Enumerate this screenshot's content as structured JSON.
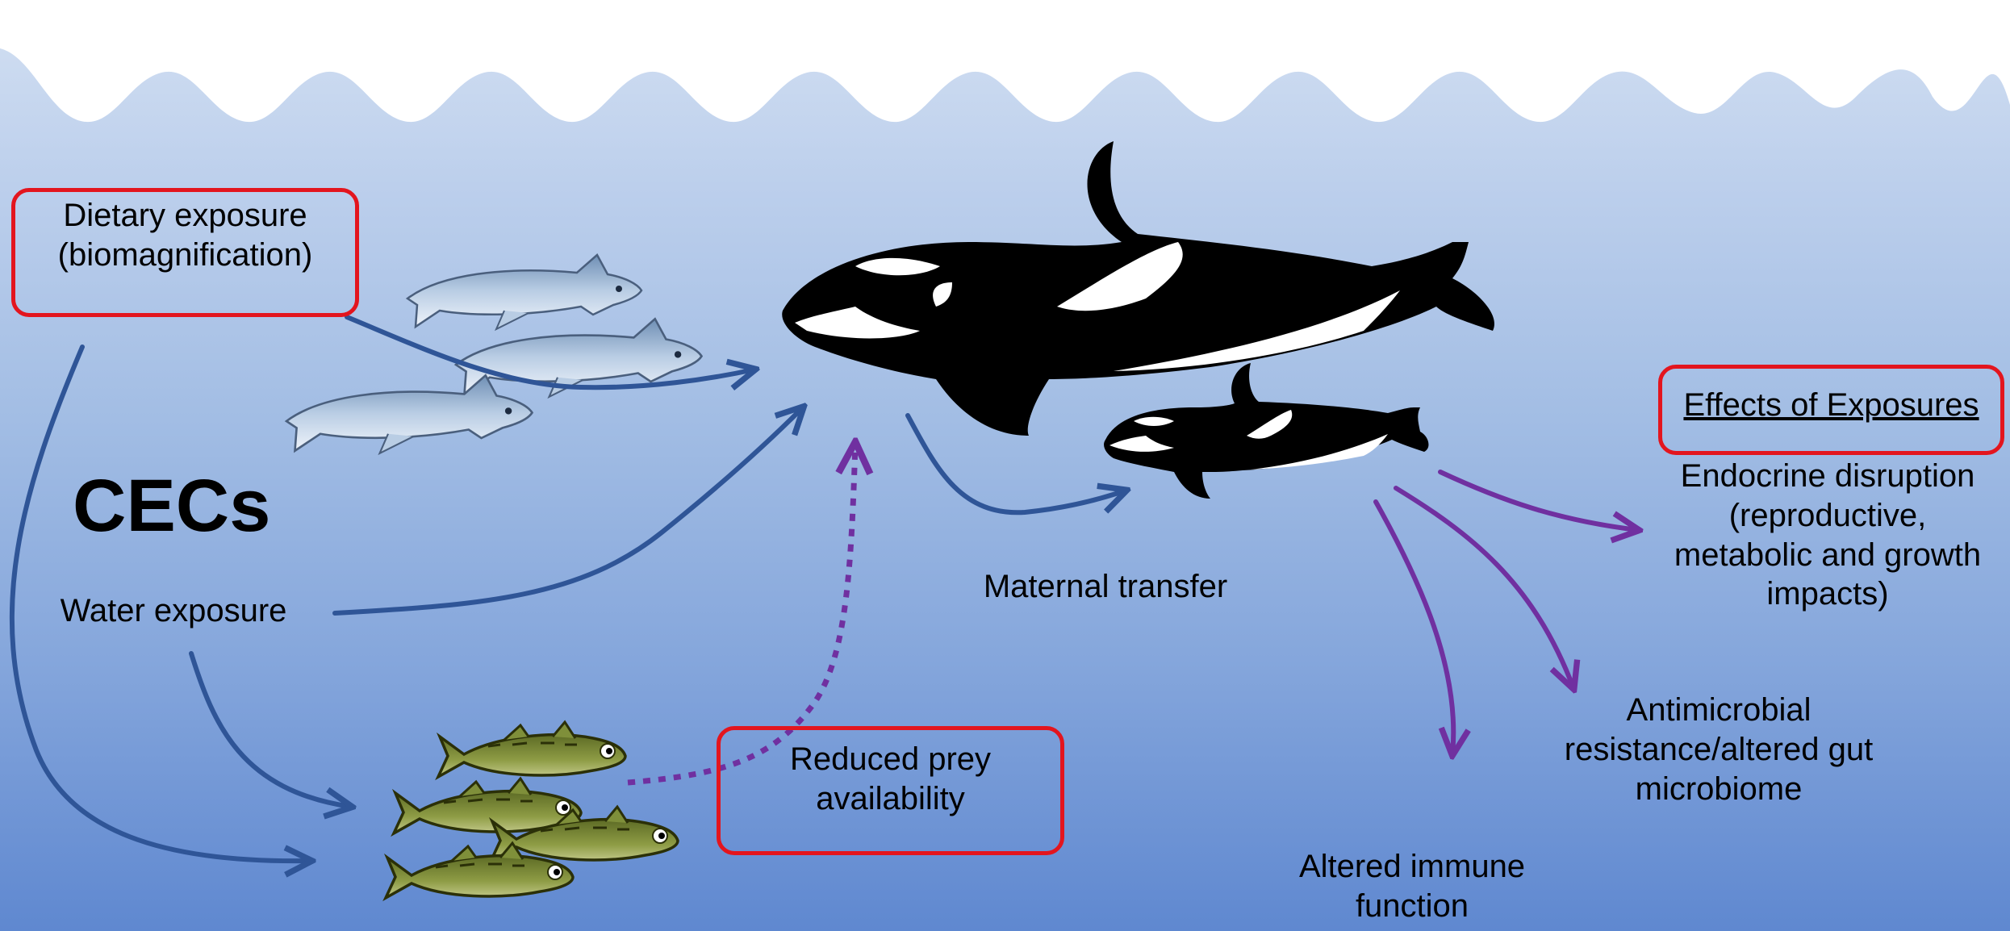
{
  "diagram": {
    "main_label": "CECs",
    "exposure_routes": {
      "dietary_line1": "Dietary exposure",
      "dietary_line2": "(biomagnification)",
      "water": "Water exposure",
      "maternal": "Maternal transfer",
      "reduced_prey_line1": "Reduced prey",
      "reduced_prey_line2": "availability"
    },
    "effects": {
      "title": "Effects of Exposures",
      "endocrine_line1": "Endocrine disruption",
      "endocrine_line2": "(reproductive,",
      "endocrine_line3": "metabolic and growth",
      "endocrine_line4": "impacts)",
      "antimicrobial_line1": "Antimicrobial",
      "antimicrobial_line2": "resistance/altered gut",
      "antimicrobial_line3": "microbiome",
      "immune_line1": "Altered immune",
      "immune_line2": "function"
    },
    "colors": {
      "exposure_arrow": "#2f5597",
      "effect_arrow": "#7030a0",
      "highlight_box": "#e3151e",
      "salmon": "#9fb6d4",
      "small_fish": "#7f8f3a",
      "orca": "#000000"
    }
  }
}
